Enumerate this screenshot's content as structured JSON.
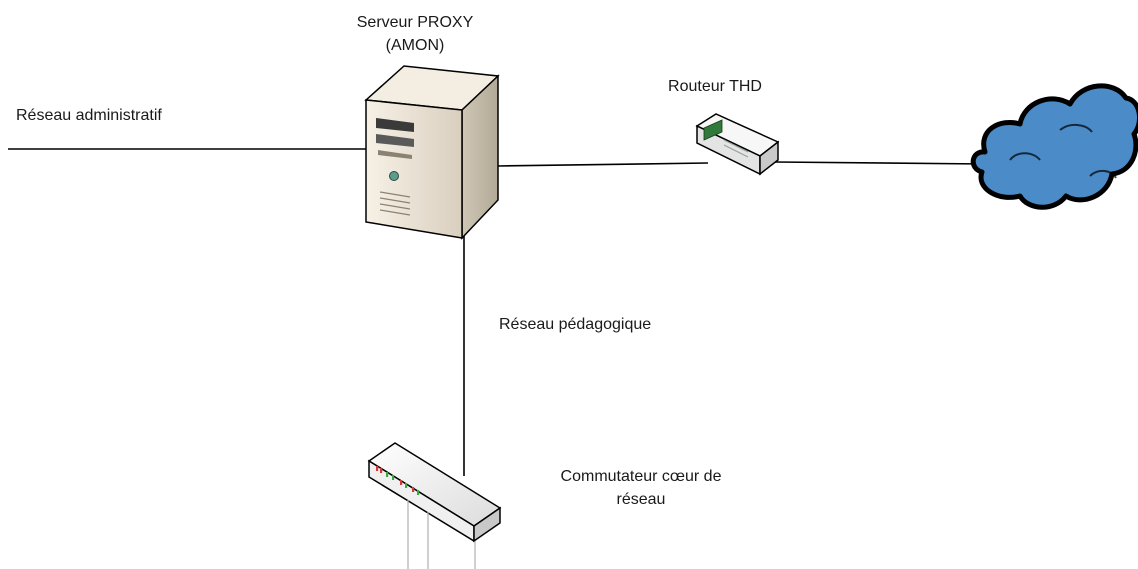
{
  "server": {
    "name": "Serveur PROXY",
    "detail": "(AMON)",
    "icon": "tower-server-icon"
  },
  "router": {
    "label": "Routeur THD",
    "icon": "router-icon"
  },
  "cloud": {
    "icon": "internet-cloud-icon",
    "fill_color": "#4a8bc8",
    "outline_color": "#000000"
  },
  "links": {
    "admin_network": "Réseau administratif",
    "pedagogic_network": "Réseau pédagogique"
  },
  "core_switch": {
    "line1": "Commutateur cœur de",
    "line2": "réseau",
    "icon": "network-switch-icon"
  },
  "colors": {
    "line": "#000000",
    "device_body": "#ece4d6",
    "device_shadow": "#c8bfb0",
    "led_green": "#3aa83a",
    "led_red": "#d23a3a"
  }
}
